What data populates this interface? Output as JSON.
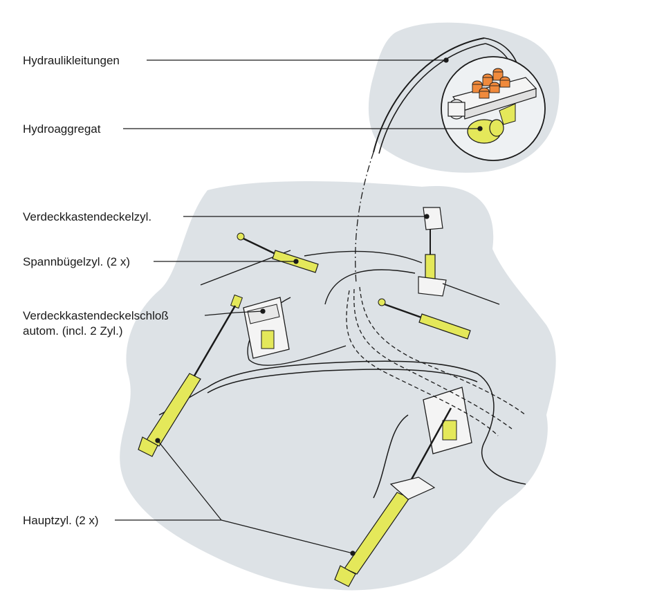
{
  "labels": {
    "hydraulikleitungen": "Hydraulikleitungen",
    "hydroaggregat": "Hydroaggregat",
    "verdeckkastendeckelzyl": "Verdeckkastendeckelzyl.",
    "spannbuegelzyl": "Spannbügelzyl. (2 x)",
    "schloss_line1": "Verdeckkastendeckelschloß",
    "schloss_line2": " autom. (incl. 2 Zyl.)",
    "hauptzyl": "Hauptzyl. (2 x)"
  },
  "colors": {
    "background_shape": "#dde2e6",
    "cylinder_yellow": "#e4e85a",
    "valve_orange": "#f08a3c",
    "line": "#1a1a1a",
    "component_white": "#f4f4f4"
  }
}
